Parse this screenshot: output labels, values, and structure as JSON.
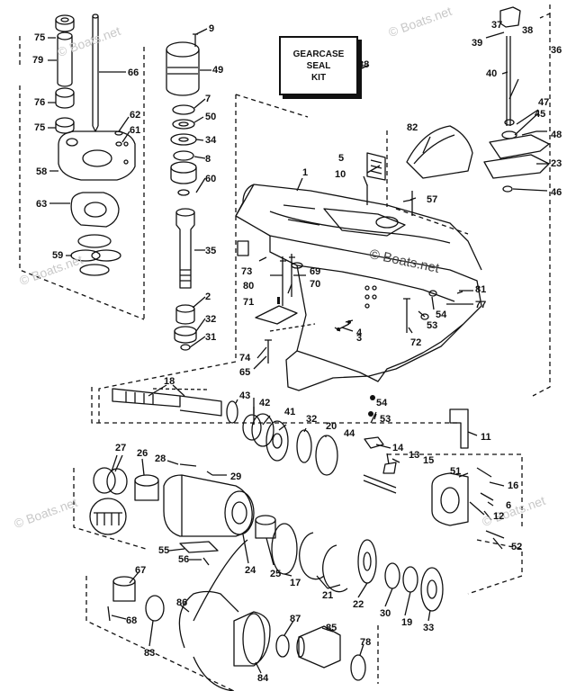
{
  "kit_box": {
    "line1": "GEARCASE",
    "line2": "SEAL",
    "line3": "KIT"
  },
  "watermark_text": "© Boats.net",
  "part_numbers": {
    "n1": "1",
    "n2": "2",
    "n3": "3",
    "n4": "4",
    "n5": "5",
    "n6": "6",
    "n7": "7",
    "n8": "8",
    "n9": "9",
    "n10": "10",
    "n11": "11",
    "n12": "12",
    "n13": "13",
    "n14": "14",
    "n15": "15",
    "n16": "16",
    "n17": "17",
    "n18": "18",
    "n19": "19",
    "n20": "20",
    "n21": "21",
    "n22": "22",
    "n23": "23",
    "n24": "24",
    "n25": "25",
    "n26": "26",
    "n27": "27",
    "n28": "28",
    "n29": "29",
    "n30": "30",
    "n31": "31",
    "n32a": "32",
    "n32b": "32",
    "n33": "33",
    "n34": "34",
    "n35": "35",
    "n36": "36",
    "n37": "37",
    "n38": "38",
    "n39": "39",
    "n40": "40",
    "n41": "41",
    "n42": "42",
    "n43": "43",
    "n44": "44",
    "n45": "45",
    "n46": "46",
    "n47": "47",
    "n48": "48",
    "n49": "49",
    "n50": "50",
    "n51": "51",
    "n52": "52",
    "n53a": "53",
    "n53b": "53",
    "n54a": "54",
    "n54b": "54",
    "n55": "55",
    "n56": "56",
    "n57": "57",
    "n58": "58",
    "n59": "59",
    "n60": "60",
    "n61": "61",
    "n62": "62",
    "n63": "63",
    "n65": "65",
    "n66": "66",
    "n67": "67",
    "n68": "68",
    "n69": "69",
    "n70": "70",
    "n71": "71",
    "n72": "72",
    "n73": "73",
    "n74": "74",
    "n75a": "75",
    "n75b": "75",
    "n76": "76",
    "n77": "77",
    "n78": "78",
    "n79": "79",
    "n80": "80",
    "n81": "81",
    "n82": "82",
    "n83": "83",
    "n84": "84",
    "n85": "85",
    "n86": "86",
    "n87": "87",
    "n88": "88"
  }
}
